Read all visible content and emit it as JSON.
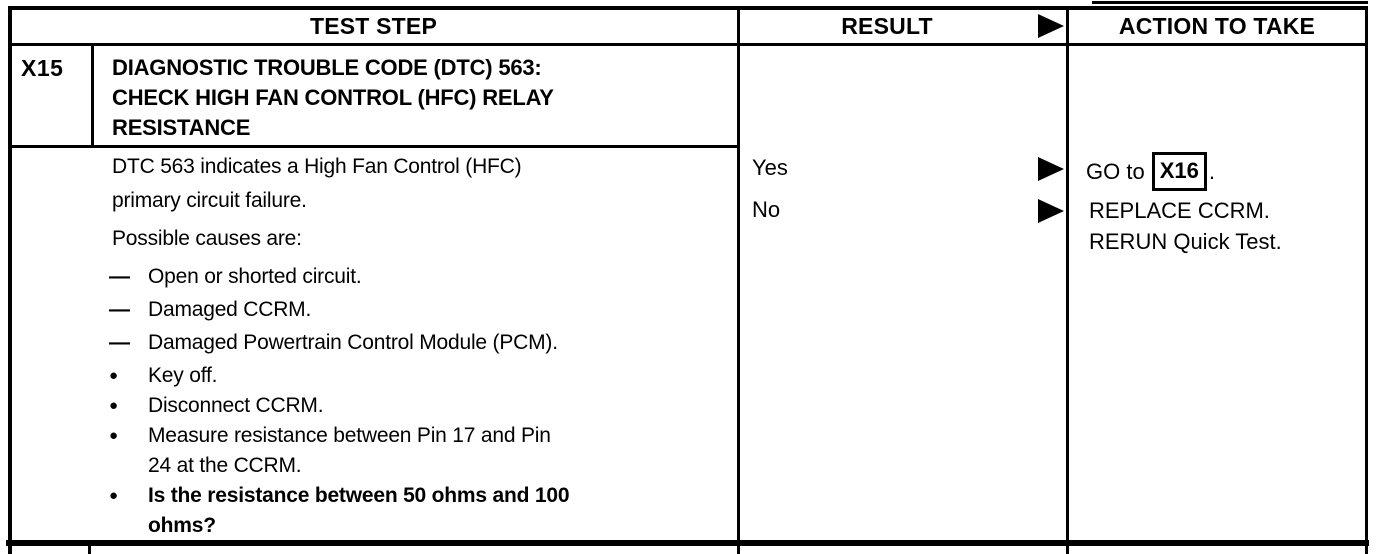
{
  "table": {
    "headers": {
      "test_step": "TEST STEP",
      "result": "RESULT",
      "action": "ACTION TO TAKE"
    },
    "step": {
      "id": "X15",
      "title_lines": [
        "DIAGNOSTIC TROUBLE CODE (DTC) 563:",
        "CHECK HIGH FAN CONTROL (HFC) RELAY",
        "RESISTANCE"
      ],
      "intro_lines": [
        "DTC 563 indicates a High Fan Control (HFC)",
        "primary circuit failure."
      ],
      "causes_label": "Possible causes are:",
      "checklist": [
        {
          "marker": "dash",
          "lines": [
            "Open or shorted circuit."
          ]
        },
        {
          "marker": "dash",
          "lines": [
            "Damaged CCRM."
          ]
        },
        {
          "marker": "dash",
          "lines": [
            "Damaged Powertrain Control Module (PCM)."
          ]
        },
        {
          "marker": "bullet",
          "lines": [
            "Key off."
          ]
        },
        {
          "marker": "bullet",
          "lines": [
            "Disconnect CCRM."
          ]
        },
        {
          "marker": "bullet",
          "lines": [
            "Measure resistance between Pin 17 and Pin",
            "24 at the CCRM."
          ]
        },
        {
          "marker": "bullet",
          "bold": true,
          "lines": [
            "Is the resistance between 50 ohms and 100",
            "ohms?"
          ]
        }
      ]
    },
    "results": [
      {
        "label": "Yes"
      },
      {
        "label": "No"
      }
    ],
    "actions": {
      "yes": {
        "prefix": "GO to",
        "step_ref": "X16",
        "suffix": "."
      },
      "no": {
        "lines": [
          "REPLACE CCRM.",
          "RERUN Quick Test."
        ]
      }
    }
  },
  "glyphs": {
    "dash": "—",
    "bullet": "●"
  },
  "icons": {
    "result_arrow": "right-filled-triangle"
  },
  "colors": {
    "ink": "#000000",
    "paper": "#ffffff"
  }
}
